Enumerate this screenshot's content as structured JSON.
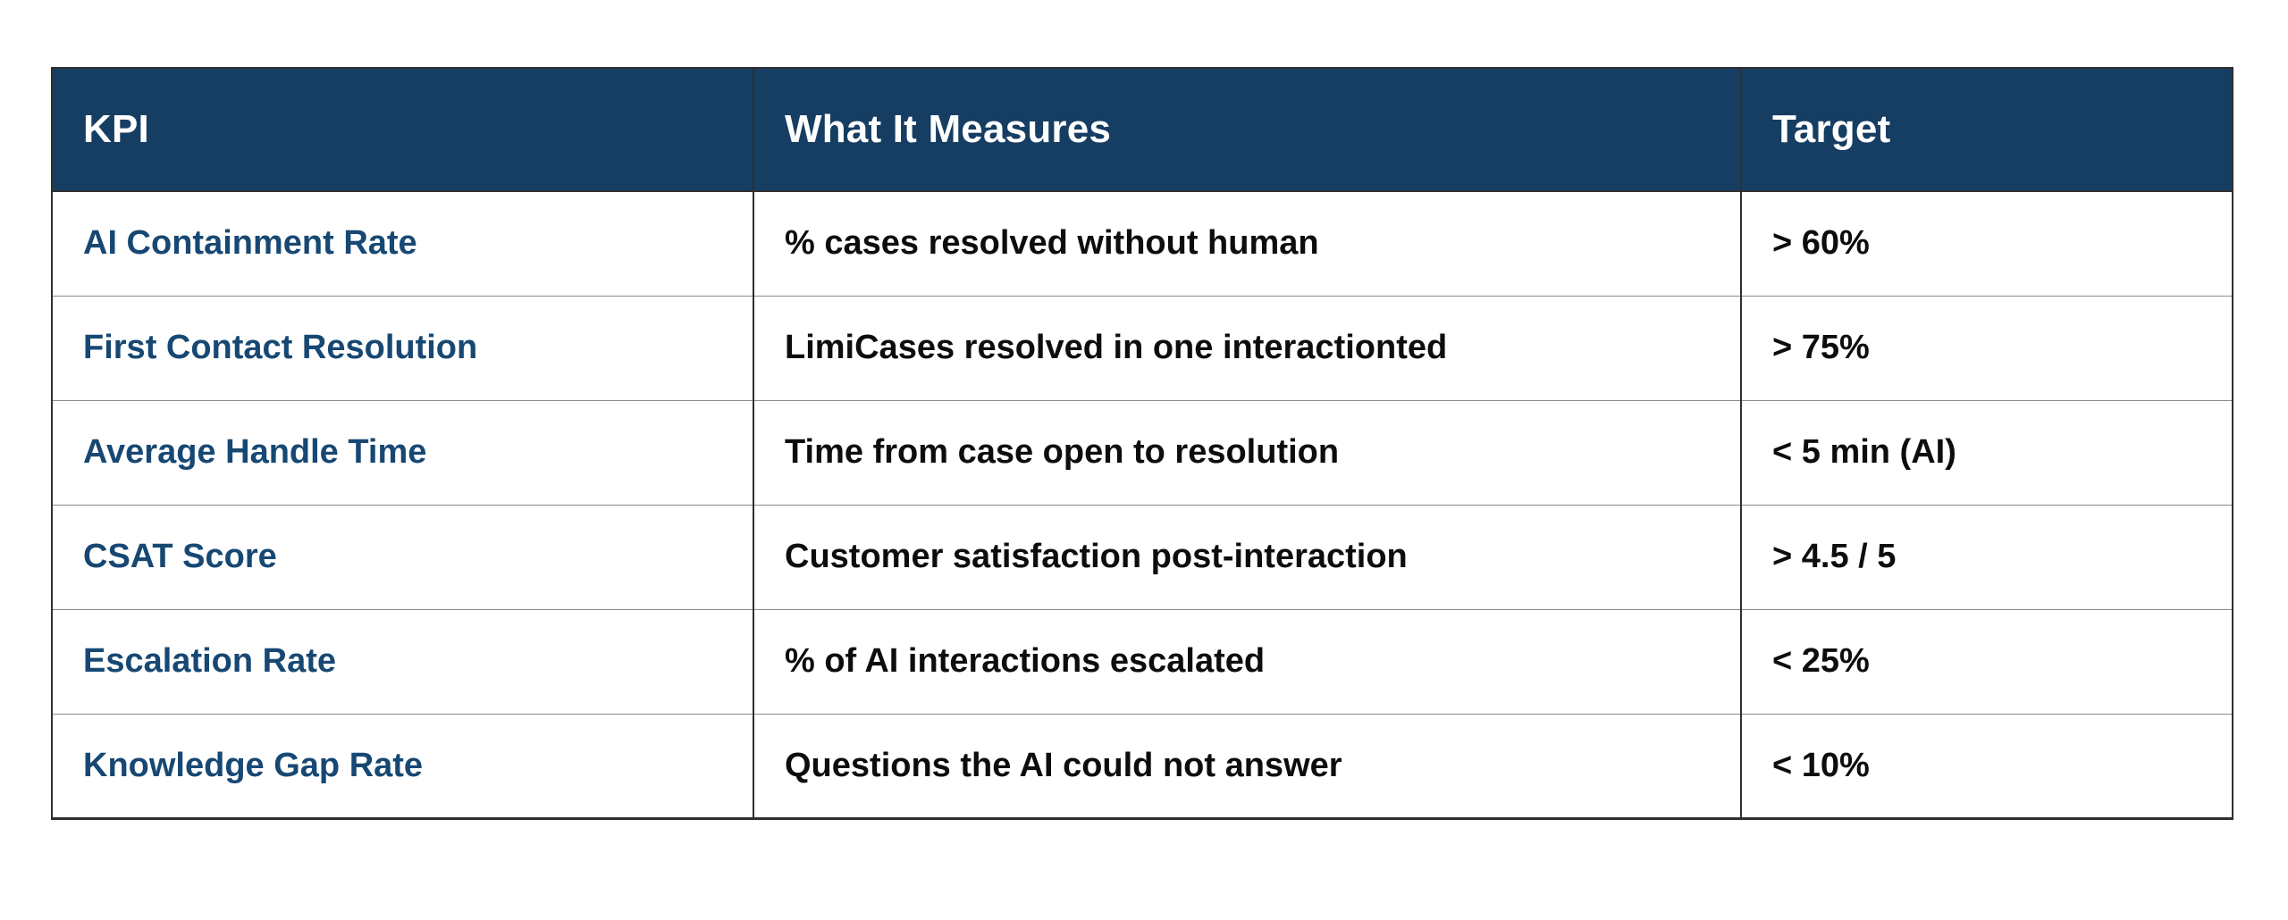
{
  "table": {
    "headers": [
      {
        "label": "KPI"
      },
      {
        "label": "What It Measures"
      },
      {
        "label": "Target"
      }
    ],
    "header_bg": "#163E63",
    "header_text_color": "#FFFFFF",
    "kpi_text_color": "#174873",
    "body_text_color": "#0D0D0D",
    "border_color": "#2F2F2F",
    "rows": [
      {
        "kpi": "AI Containment Rate",
        "measures": "% cases resolved without human",
        "target": "> 60%"
      },
      {
        "kpi": "First Contact Resolution",
        "measures": "LimiCases resolved in one interactionted",
        "target": "> 75%"
      },
      {
        "kpi": "Average Handle Time",
        "measures": "Time from case open to resolution",
        "target": "< 5 min (AI)"
      },
      {
        "kpi": "CSAT Score",
        "measures": "Customer satisfaction post-interaction",
        "target": "> 4.5 / 5"
      },
      {
        "kpi": "Escalation Rate",
        "measures": "% of AI interactions escalated",
        "target": "< 25%"
      },
      {
        "kpi": "Knowledge Gap Rate",
        "measures": "Questions the AI could not answer",
        "target": "< 10%"
      }
    ]
  }
}
